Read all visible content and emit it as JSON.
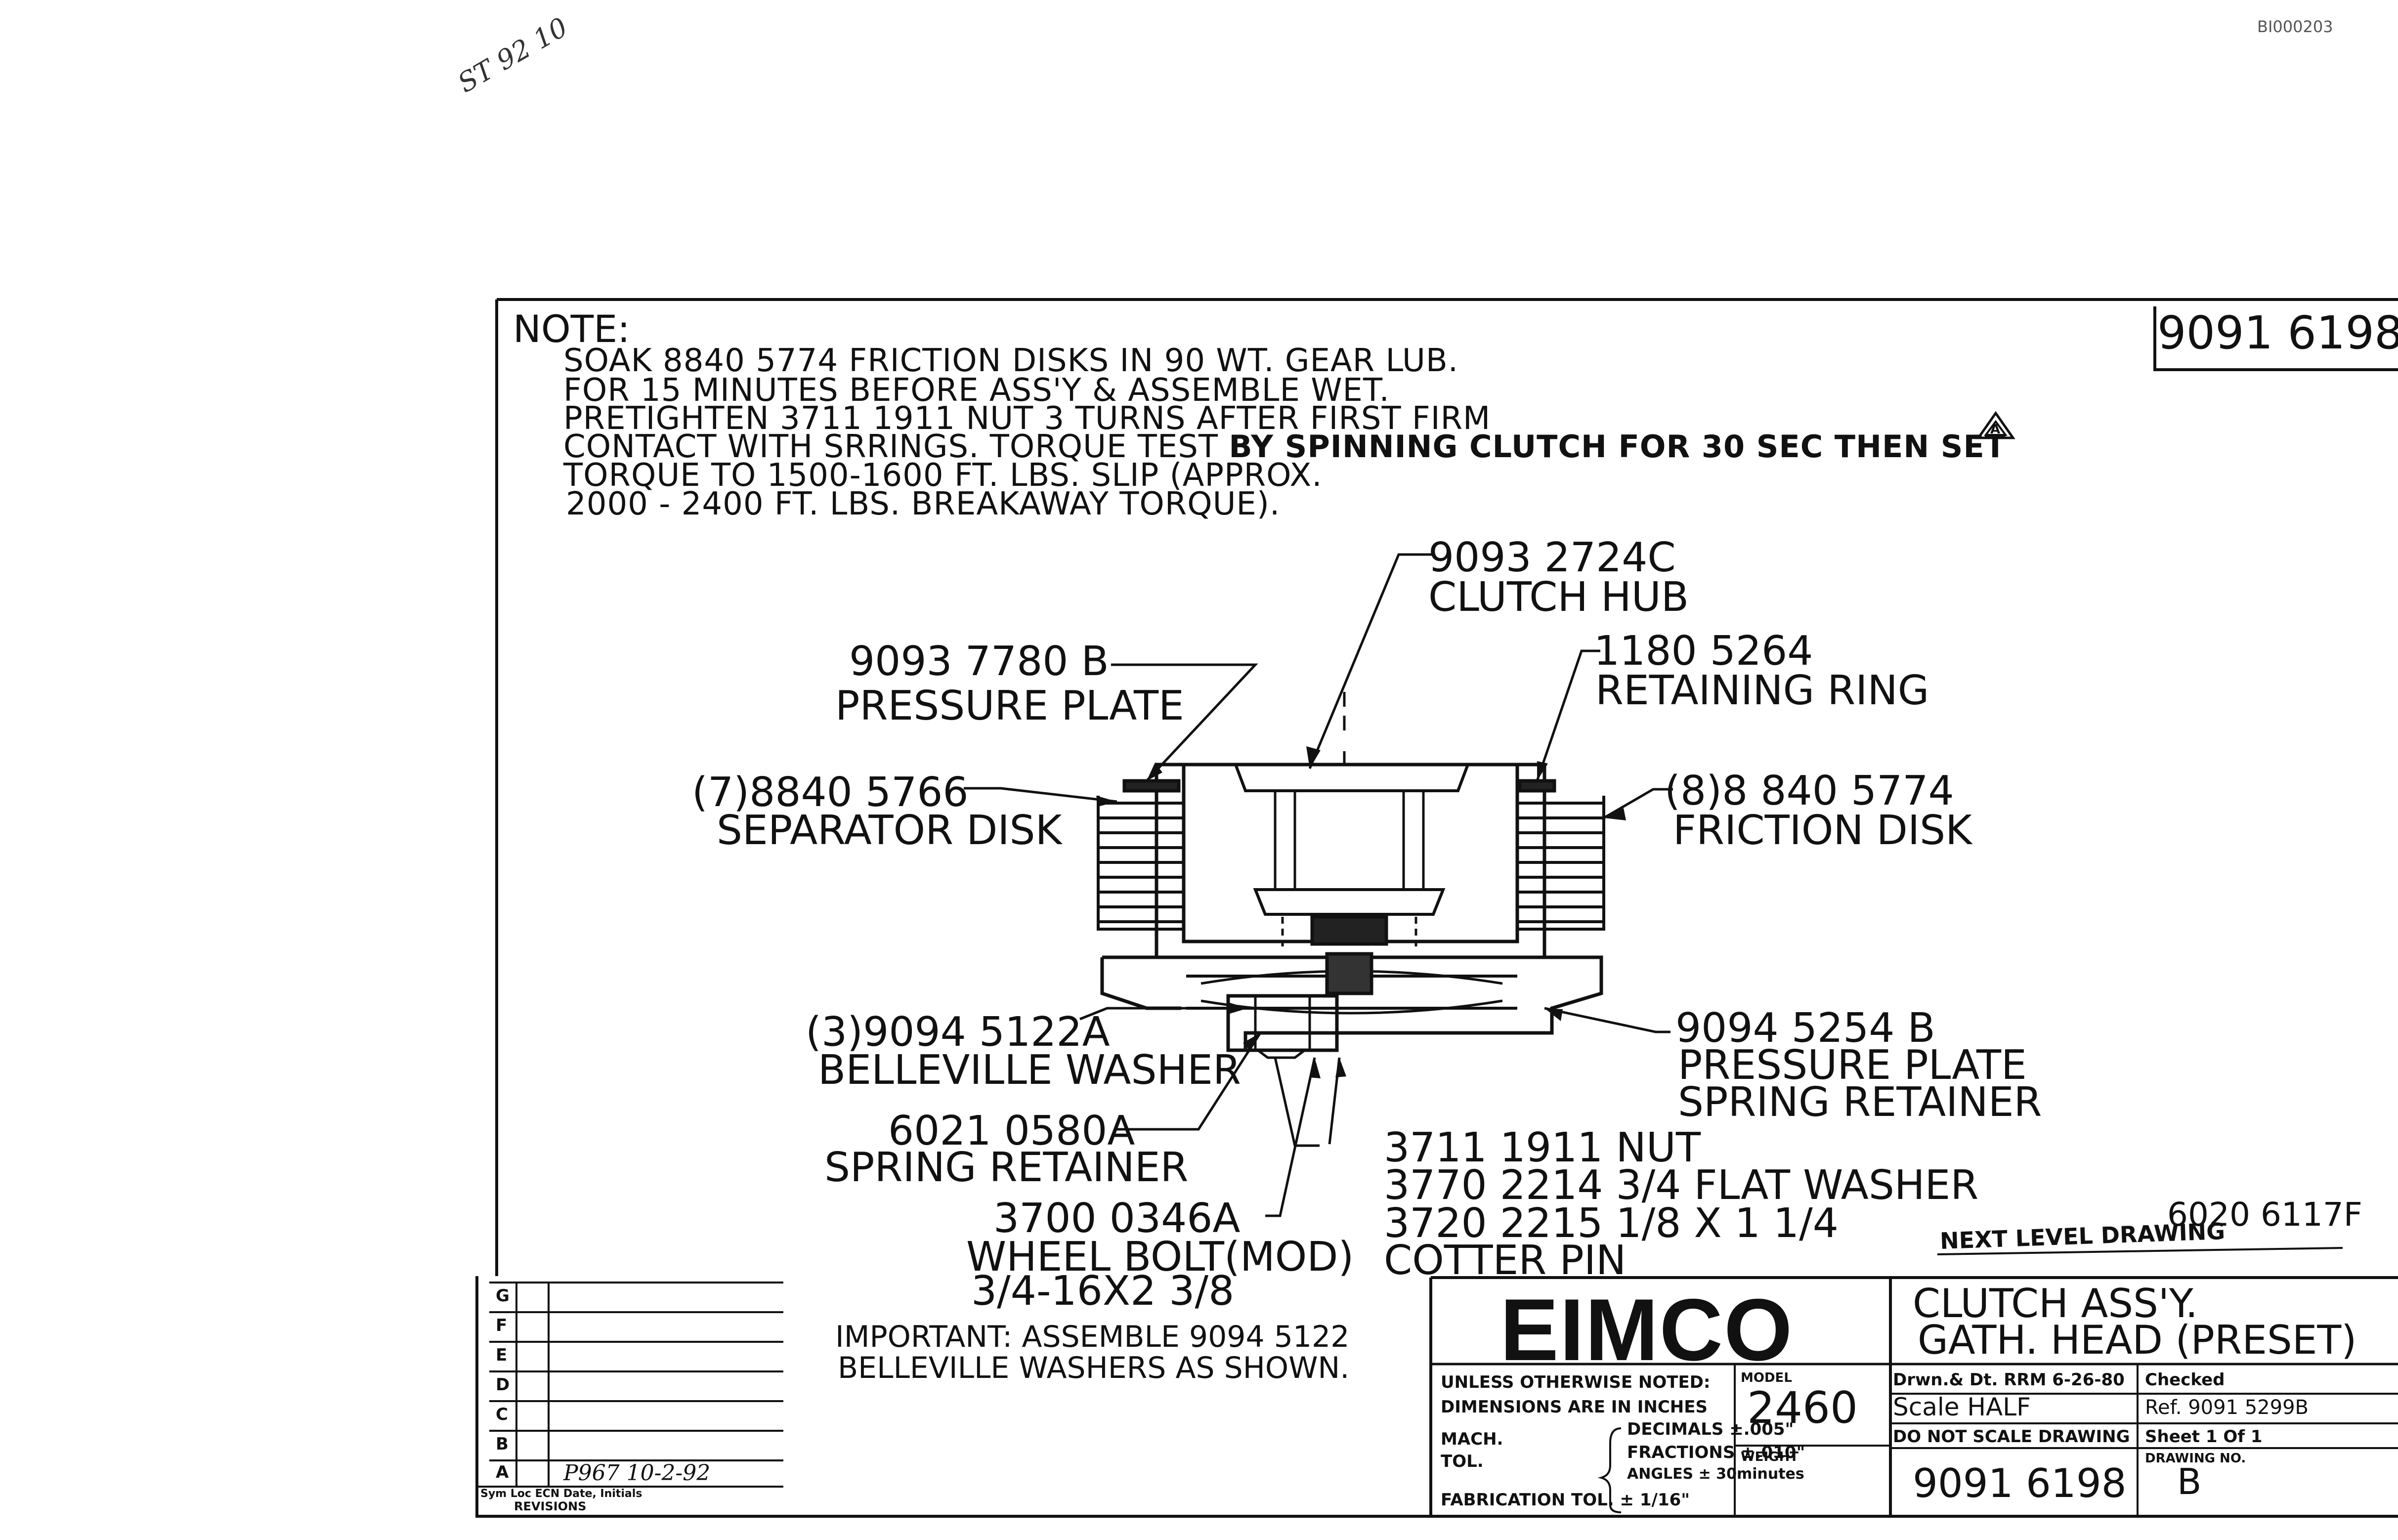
{
  "header": {
    "top_right_id": "BI000203",
    "handwritten_mark": "ST 92 10",
    "drawing_no_box": "9091 6198"
  },
  "note": {
    "title": "NOTE:",
    "lines": [
      "SOAK 8840 5774 FRICTION DISKS IN 90 WT. GEAR LUB.",
      "FOR 15 MINUTES BEFORE ASS'Y & ASSEMBLE WET.",
      "PRETIGHTEN 3711 1911    NUT 3 TURNS AFTER FIRST FIRM",
      "CONTACT WITH SRRINGS. TORQUE TEST",
      "TORQUE  TO 1500-1600 FT. LBS. SLIP (APPROX.",
      "2000 - 2400  FT. LBS.  BREAKAWAY  TORQUE)."
    ],
    "line4_bold": "BY SPINNING CLUTCH FOR 30 SEC THEN SET",
    "rev_symbol": "A"
  },
  "callouts": {
    "clutch_hub": [
      "9093 2724C",
      "CLUTCH HUB"
    ],
    "pressure_plate": [
      "9093 7780 B",
      "PRESSURE PLATE"
    ],
    "retaining_ring": [
      "1180 5264",
      "RETAINING RING"
    ],
    "separator_disk": [
      "(7)8840 5766",
      "SEPARATOR DISK"
    ],
    "friction_disk": [
      "(8)8 840 5774",
      "FRICTION DISK"
    ],
    "belleville_washer": [
      "(3)9094 5122A",
      "BELLEVILLE WASHER"
    ],
    "pressure_plate_spring_retainer": [
      "9094 5254 B",
      "PRESSURE PLATE",
      "SPRING RETAINER"
    ],
    "spring_retainer": [
      "6021 0580A",
      "SPRING RETAINER"
    ],
    "nut_group": [
      "3711 1911 NUT",
      "3770 2214 3/4 FLAT WASHER",
      "3720 2215 1/8 X 1 1/4",
      "COTTER PIN"
    ],
    "wheel_bolt": [
      "3700 0346A",
      "WHEEL BOLT(MOD)",
      "3/4-16X2 3/8"
    ]
  },
  "next_level": {
    "label": "NEXT LEVEL DRAWING",
    "value": "6020 6117F"
  },
  "important": [
    "IMPORTANT: ASSEMBLE 9094 5122",
    "BELLEVILLE WASHERS AS SHOWN."
  ],
  "revisions": {
    "rows": [
      "G",
      "F",
      "E",
      "D",
      "C",
      "B",
      "A"
    ],
    "row_a_entry": "P967 10-2-92",
    "header": "Sym Loc ECN Date, Initials",
    "footer": "REVISIONS"
  },
  "title_block": {
    "company": "EIMCO",
    "title_1": "CLUTCH ASS'Y.",
    "title_2": "GATH. HEAD (PRESET)",
    "unless": "UNLESS OTHERWISE NOTED:",
    "dimensions": "DIMENSIONS ARE IN INCHES",
    "mach": "MACH.",
    "tol": "TOL.",
    "decimals": "DECIMALS ±.005\"",
    "fractions": "FRACTIONS ±.010\"",
    "angles": "ANGLES ± 30minutes",
    "fab_tol": "FABRICATION TOL. ± 1/16\"",
    "model_label": "MODEL",
    "model": "2460",
    "weight_label": "WEIGHT",
    "drawn": "Drwn.& Dt. RRM 6-26-80",
    "checked": "Checked",
    "scale": "Scale  HALF",
    "ref": "Ref. 9091 5299B",
    "do_not_scale": "DO NOT SCALE DRAWING",
    "sheet": "Sheet  1     Of 1",
    "drawing_no_label": "DRAWING NO.",
    "drawing_no": "9091 6198",
    "rev_letter": "B"
  }
}
